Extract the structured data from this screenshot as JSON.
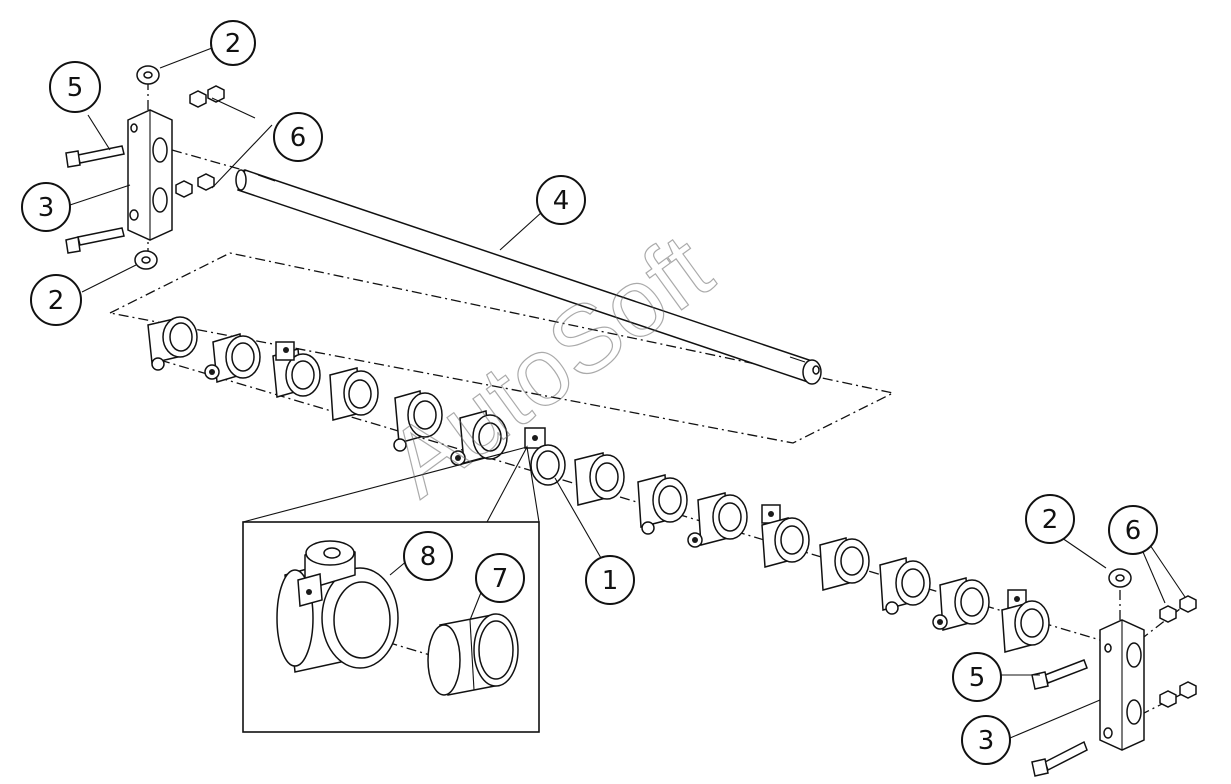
{
  "callouts": [
    {
      "label": "2"
    },
    {
      "label": "5"
    },
    {
      "label": "6"
    },
    {
      "label": "3"
    },
    {
      "label": "4"
    },
    {
      "label": "2"
    },
    {
      "label": "8"
    },
    {
      "label": "7"
    },
    {
      "label": "1"
    },
    {
      "label": "2"
    },
    {
      "label": "6"
    },
    {
      "label": "5"
    },
    {
      "label": "3"
    }
  ],
  "watermark": "AutoSoft",
  "colors": {
    "line": "#111111",
    "background": "#ffffff"
  }
}
